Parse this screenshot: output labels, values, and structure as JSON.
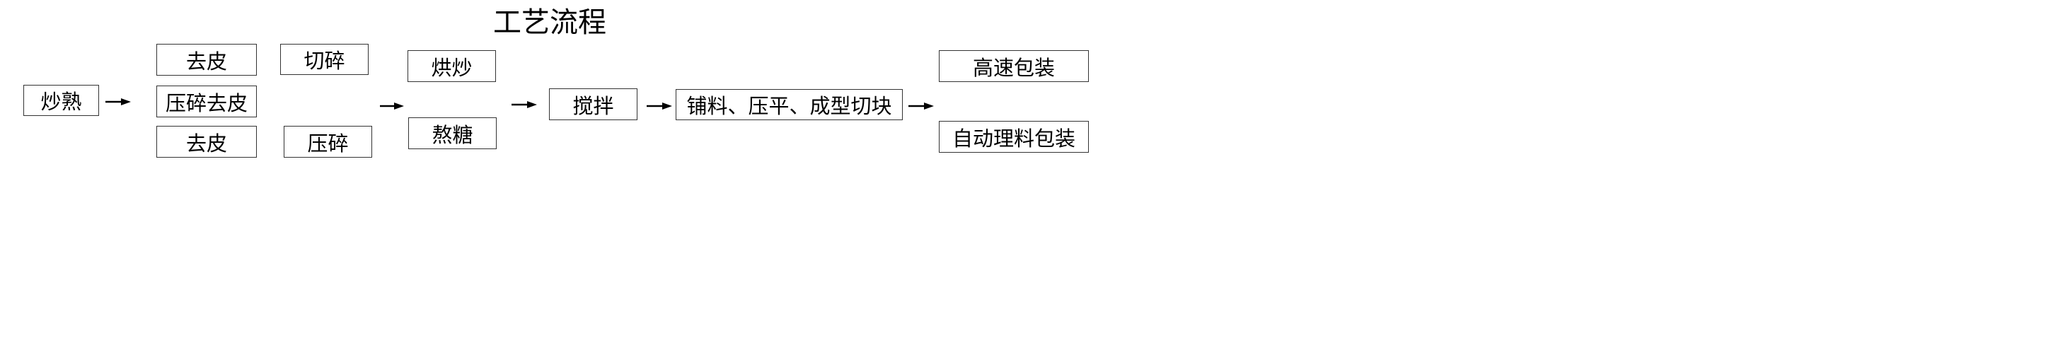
{
  "title": "工艺流程",
  "steps": {
    "chaoshu": "炒熟",
    "quepi_top": "去皮",
    "yasui_quepi": "压碎去皮",
    "quepi_bottom": "去皮",
    "qiesui": "切碎",
    "yasui": "压碎",
    "hongchao": "烘炒",
    "aotang": "熬糖",
    "jiaoban": "搅拌",
    "puliao": "铺料、压平、成型切块",
    "gaosu_baozhuang": "高速包装",
    "zidong_baozhuang": "自动理料包装"
  }
}
